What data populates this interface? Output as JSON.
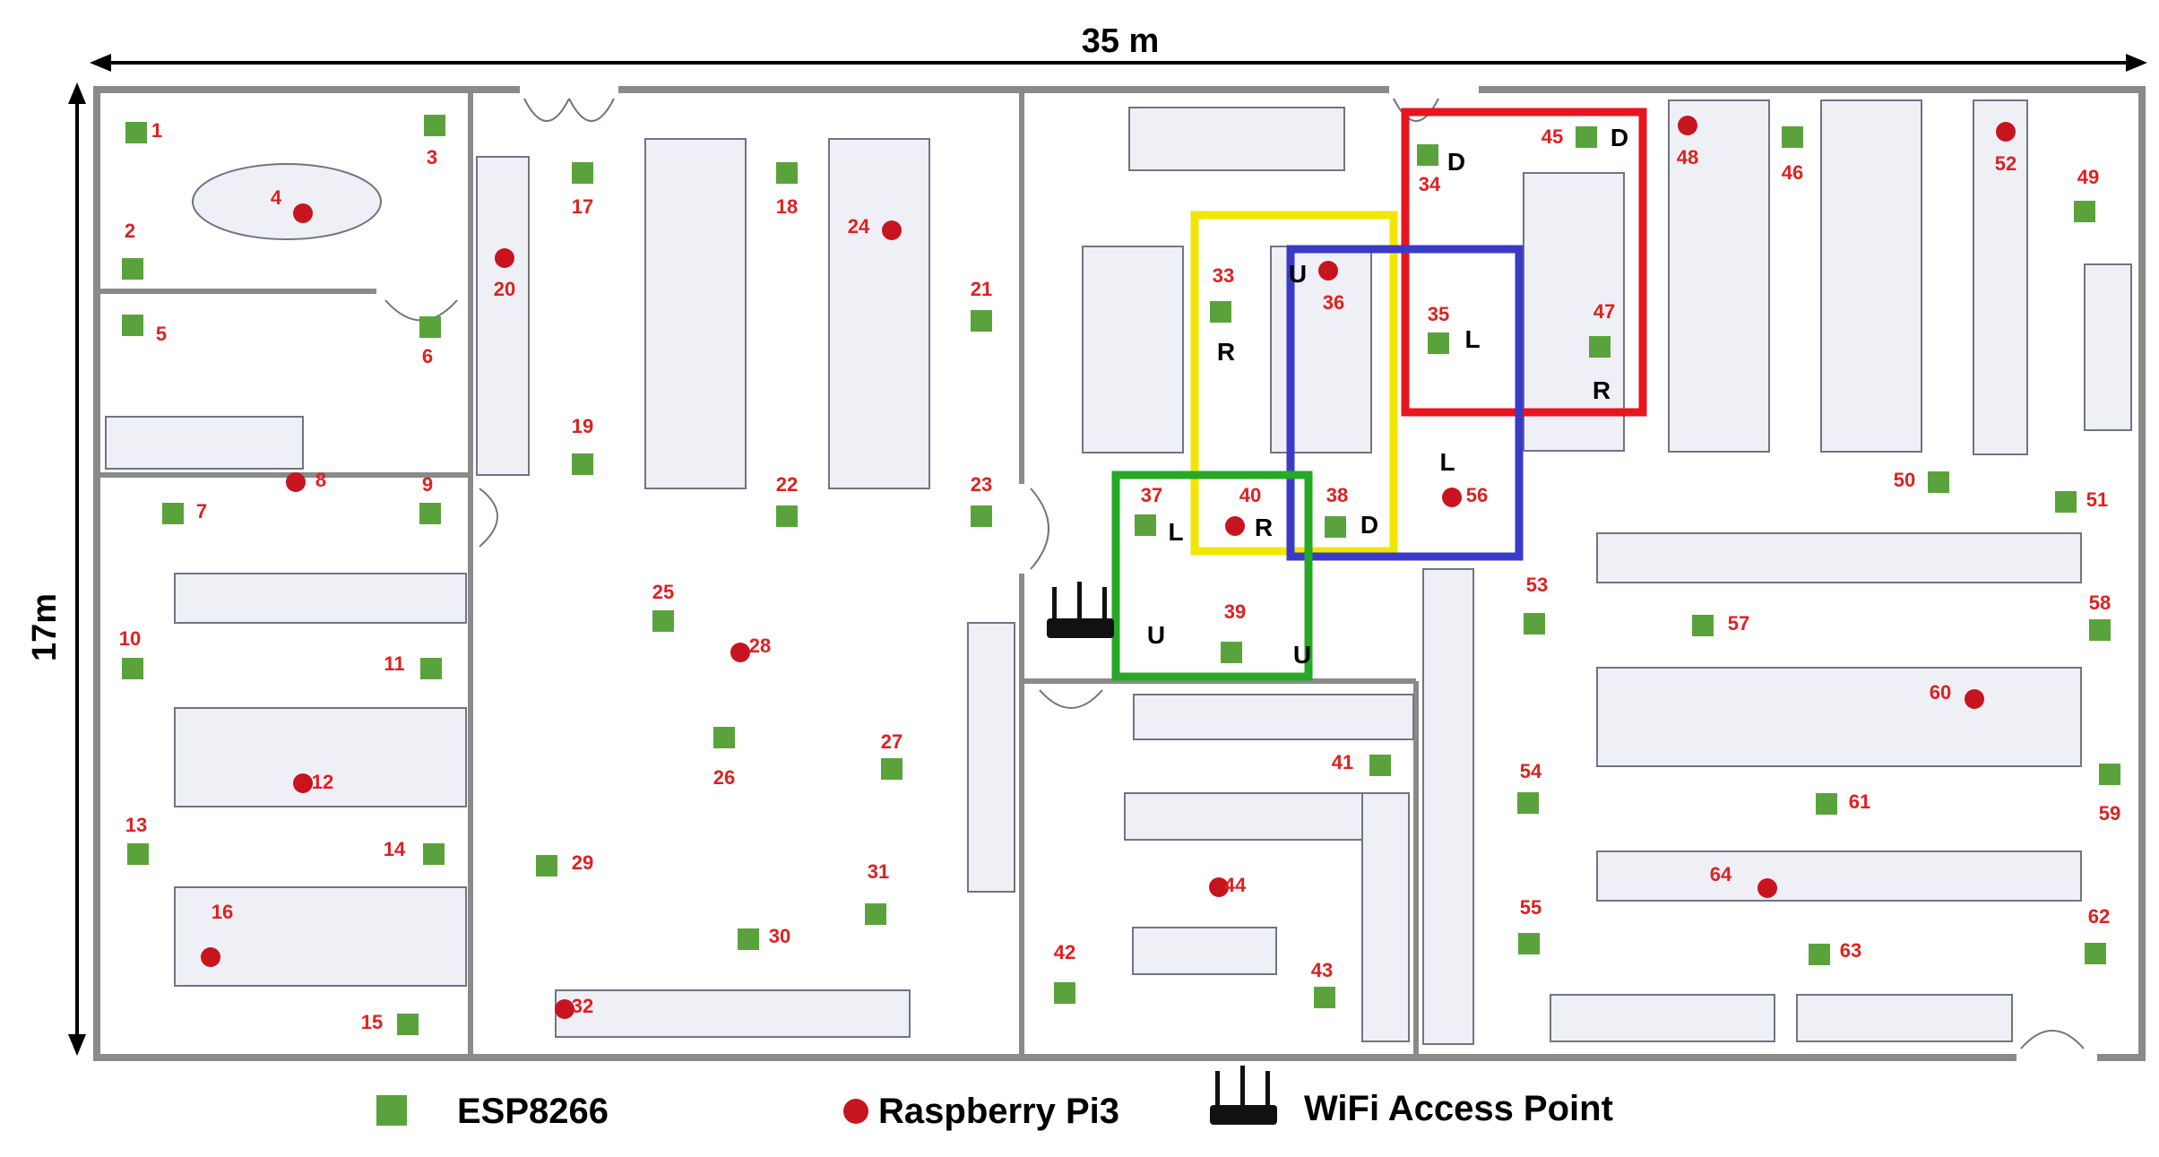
{
  "dimensions": {
    "width_label": "35 m",
    "height_label": "17m"
  },
  "legend": [
    {
      "icon": "green-square-icon",
      "label": "ESP8266"
    },
    {
      "icon": "red-dot-icon",
      "label": "Raspberry Pi3"
    },
    {
      "icon": "router-icon",
      "label": "WiFi Access Point"
    }
  ],
  "colors": {
    "esp": "#5aa33c",
    "pi": "#c8141e",
    "number": "#e02020",
    "red_box": "#e8141e",
    "yellow_box": "#f2e600",
    "blue_box": "#3a3ac8",
    "green_box": "#27a827"
  },
  "esp_nodes": [
    "1",
    "2",
    "3",
    "5",
    "6",
    "7",
    "9",
    "10",
    "11",
    "13",
    "14",
    "15",
    "17",
    "18",
    "19",
    "21",
    "22",
    "23",
    "25",
    "26",
    "27",
    "29",
    "30",
    "31",
    "33",
    "34",
    "35",
    "37",
    "38",
    "39",
    "41",
    "42",
    "43",
    "45",
    "46",
    "47",
    "49",
    "50",
    "51",
    "53",
    "54",
    "55",
    "57",
    "58",
    "59",
    "61",
    "62",
    "63"
  ],
  "pi_nodes": [
    "4",
    "8",
    "12",
    "16",
    "20",
    "24",
    "28",
    "32",
    "36",
    "40",
    "44",
    "48",
    "52",
    "56",
    "60",
    "64"
  ],
  "direction_labels": [
    "D",
    "D",
    "L",
    "R",
    "R",
    "U",
    "L",
    "R",
    "D",
    "U",
    "U",
    "L"
  ]
}
